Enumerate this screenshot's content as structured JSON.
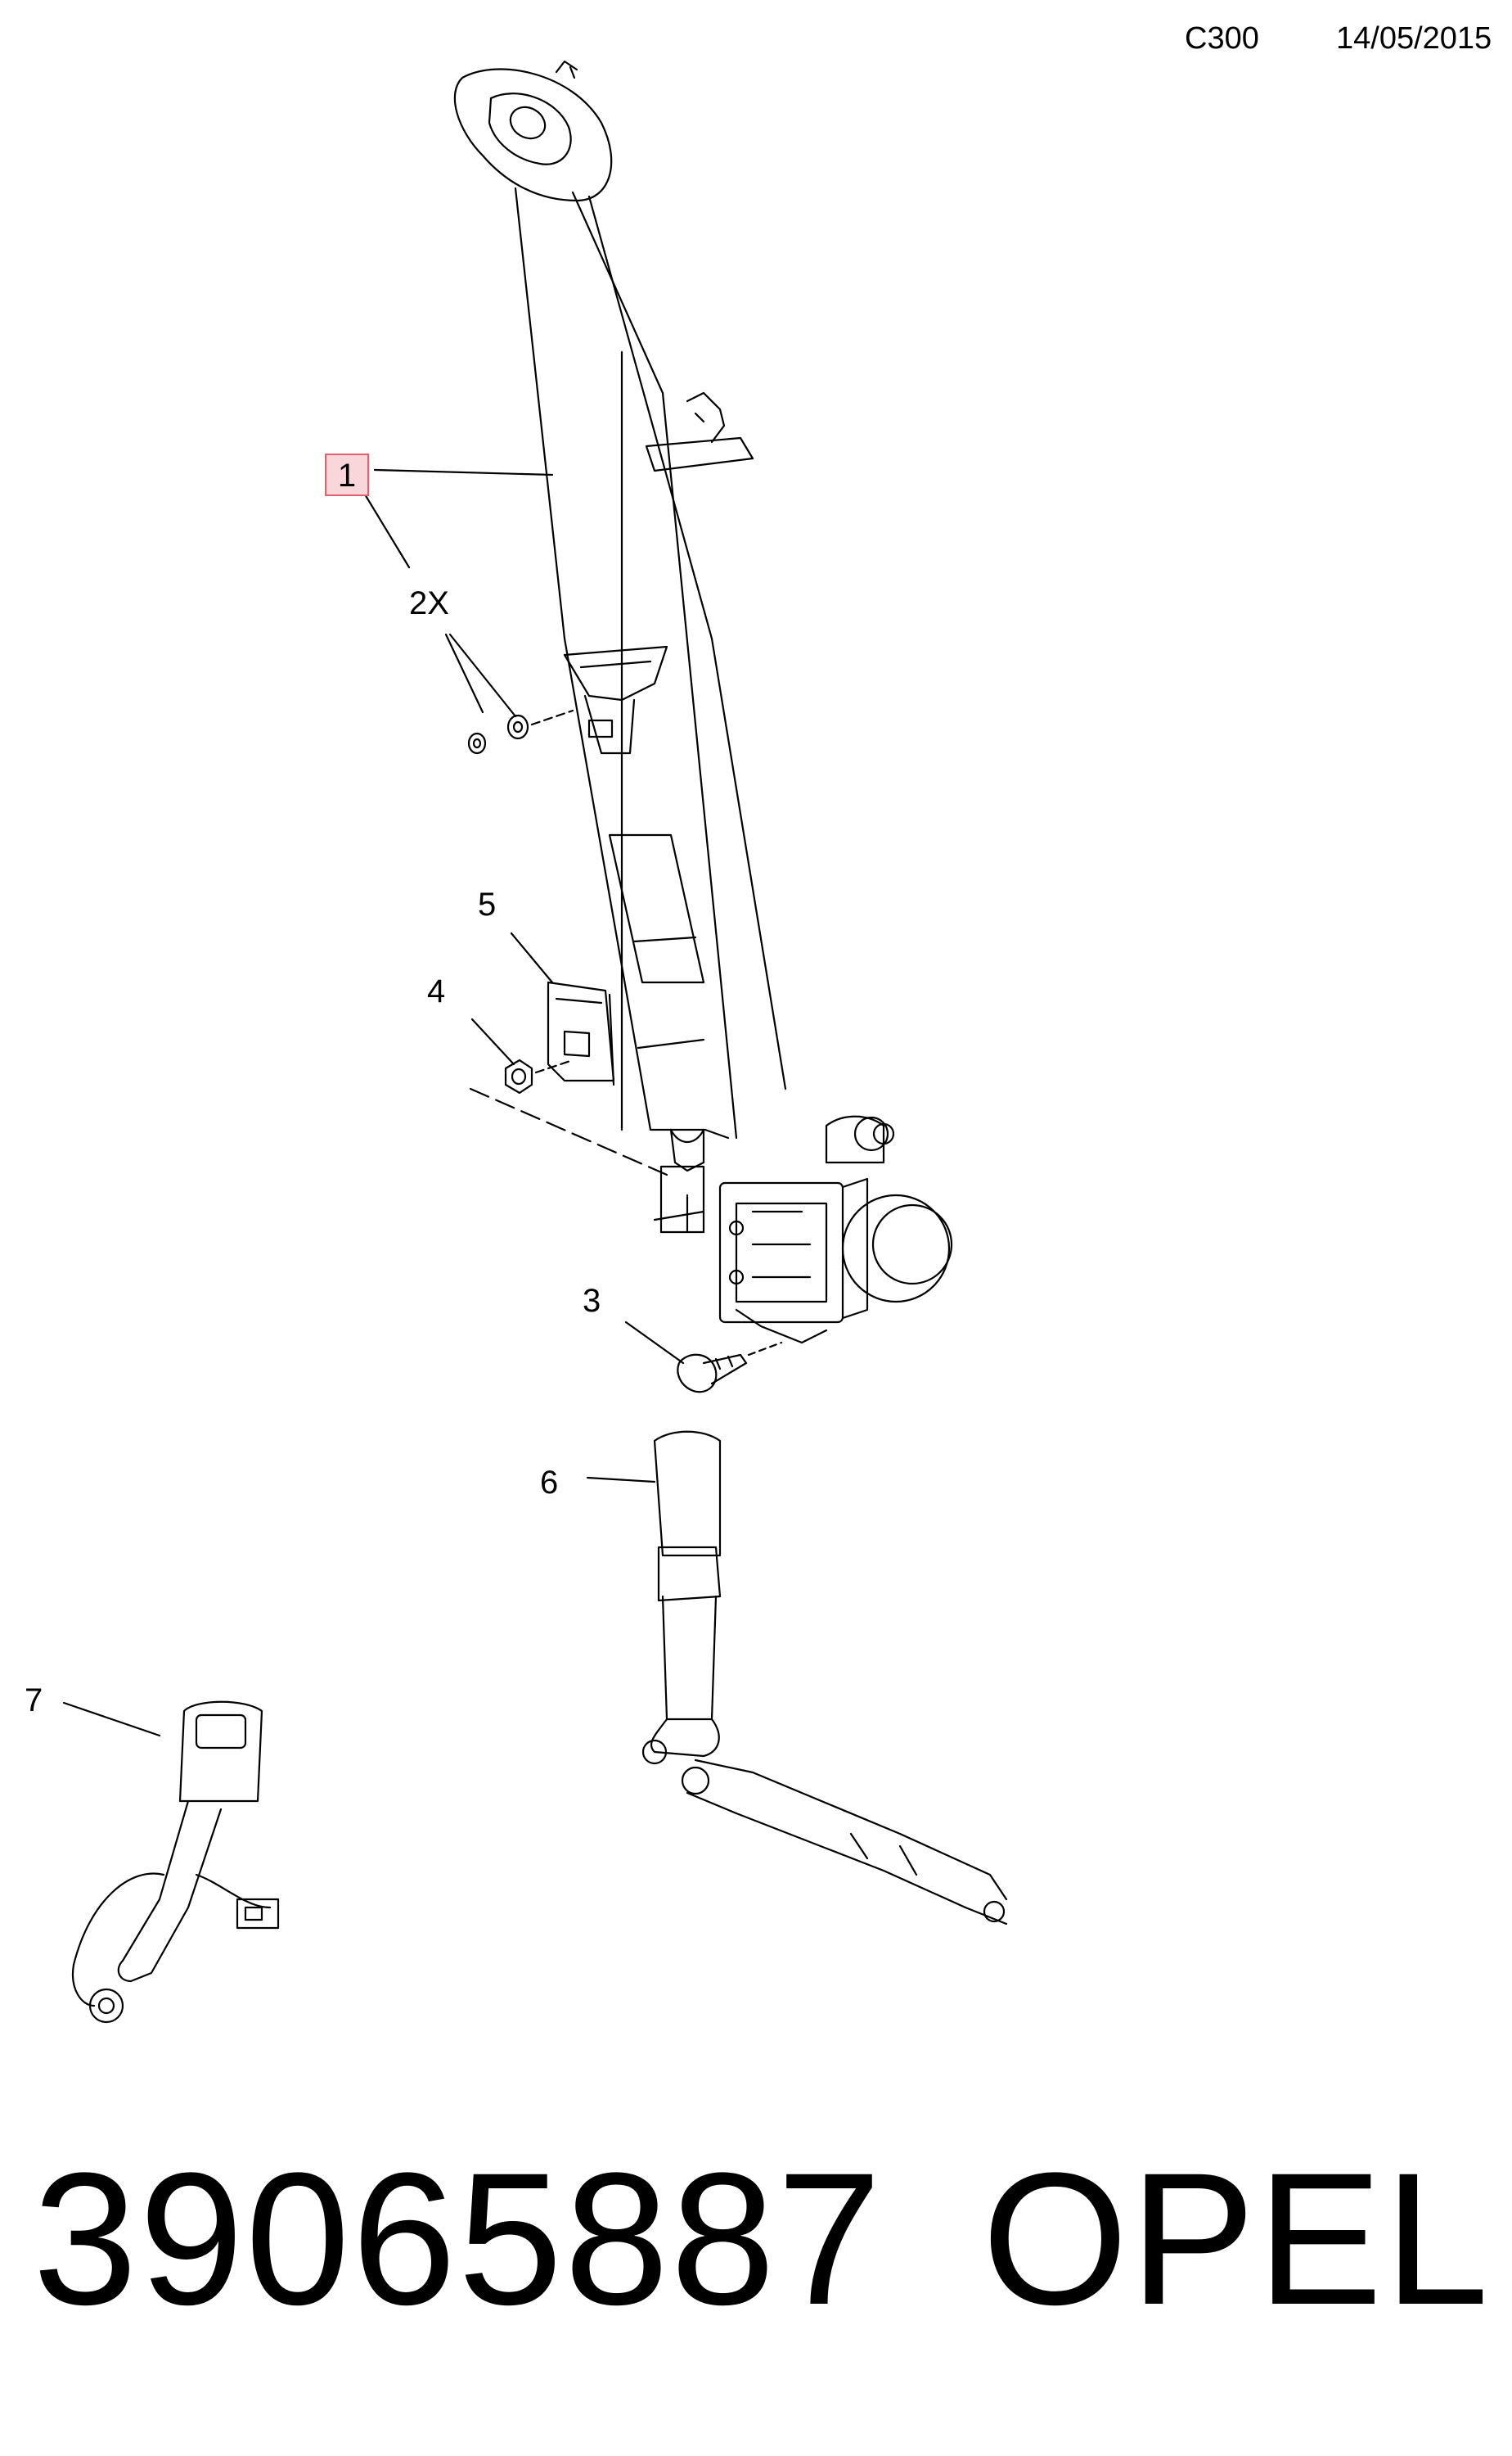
{
  "header": {
    "code": "C300",
    "date": "14/05/2015"
  },
  "callouts": {
    "c1": "1",
    "c2x": "2X",
    "c3": "3",
    "c4": "4",
    "c5": "5",
    "c6": "6",
    "c7": "7"
  },
  "footer": {
    "part_number": "39065887",
    "brand": "OPEL"
  },
  "colors": {
    "highlight_fill": "#f9d6d9",
    "highlight_border": "#e0606e",
    "line": "#000000"
  }
}
